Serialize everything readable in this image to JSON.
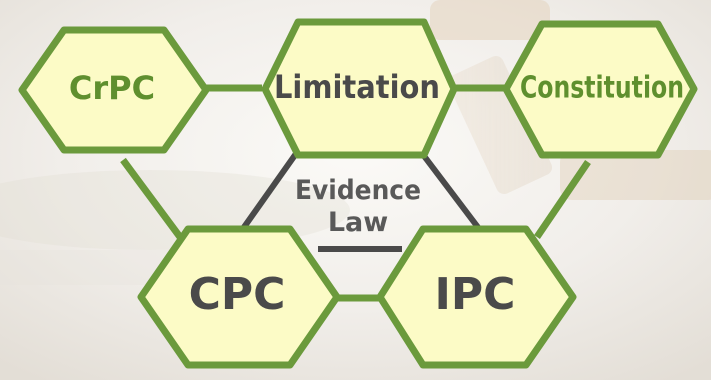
{
  "colors": {
    "hex_fill": "#fcfbc6",
    "hex_border": "#6b9a3c",
    "green_connector": "#6b9a3c",
    "dark_connector": "#4a4a4a",
    "green_text": "#5f8f2e",
    "dark_text": "#4a4a4a",
    "center_text": "#5c5c5c"
  },
  "nodes": {
    "crpc": {
      "label": "CrPC"
    },
    "limitation": {
      "label": "Limitation"
    },
    "constitution": {
      "label": "Constitution"
    },
    "cpc": {
      "label": "CPC"
    },
    "ipc": {
      "label": "IPC"
    }
  },
  "center": {
    "line1": "Evidence",
    "line2": "Law"
  }
}
